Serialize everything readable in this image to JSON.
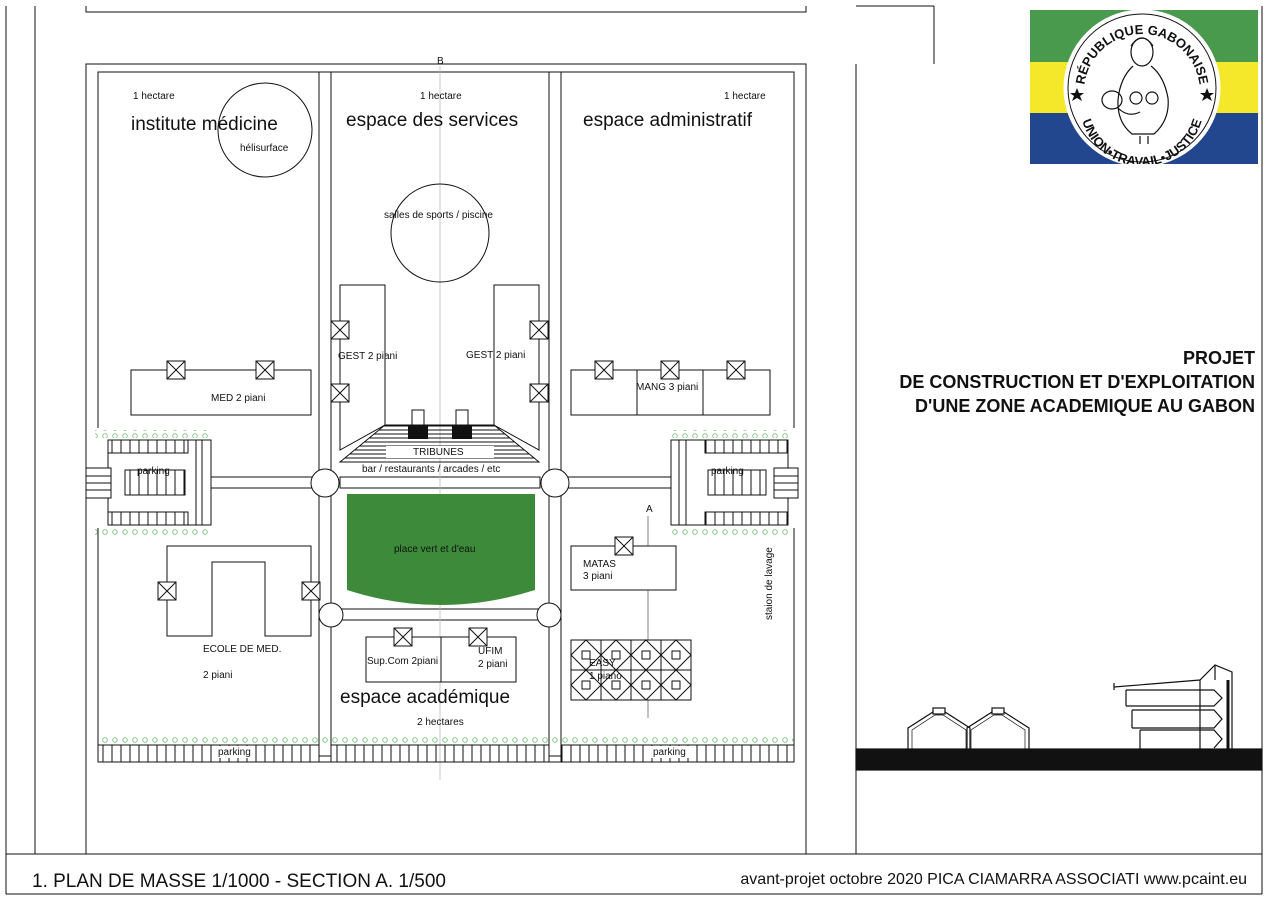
{
  "zones": {
    "medicine": {
      "area": "1 hectare",
      "name": "institute médicine",
      "heli": "hélisurface"
    },
    "services": {
      "area": "1 hectare",
      "name": "espace des services",
      "sports": "salles de sports / piscine"
    },
    "admin": {
      "area": "1 hectare",
      "name": "espace administratif"
    },
    "academic": {
      "name": "espace académique",
      "area": "2 hectares"
    }
  },
  "buildings": {
    "med": "MED  2 piani",
    "gest_left": "GEST  2 piani",
    "gest_right": "GEST  2 piani",
    "mang": "MANG  3 piani",
    "tribunes": "TRIBUNES",
    "bar": "bar / restaurants / arcades / etc",
    "place": "place vert et d'eau",
    "matas1": "MATAS",
    "matas2": "3 piani",
    "ecole1": "ECOLE DE MED.",
    "ecole2": "2 piani",
    "supcom": "Sup.Com  2piani",
    "ufim1": "UFIM",
    "ufim2": "2 piani",
    "easy1": "EASY",
    "easy2": "1 piano",
    "station": "staion de lavage"
  },
  "parking": {
    "left": "parking",
    "right": "parking",
    "bottom_left": "parking",
    "bottom_right": "parking"
  },
  "markers": {
    "section_a": "A",
    "section_b": "B"
  },
  "emblem": {
    "top_text": "RÉPUBLIQUE GABONAISE",
    "bottom_text": "UNION•TRAVAIL•JUSTICE",
    "flag_colors": [
      "#4a9a4e",
      "#f5e82a",
      "#22478f"
    ]
  },
  "project": {
    "line1": "PROJET",
    "line2": "DE CONSTRUCTION ET D'EXPLOITATION",
    "line3": "D'UNE ZONE ACADEMIQUE AU GABON"
  },
  "footer": {
    "title": "1.   PLAN DE MASSE  1/1000  -  SECTION A.  1/500",
    "credits": "avant-projet  octobre 2020    PICA CIAMARRA ASSOCIATI   www.pcaint.eu"
  },
  "colors": {
    "green_space": "#3d8b3a",
    "ink": "#111111"
  }
}
